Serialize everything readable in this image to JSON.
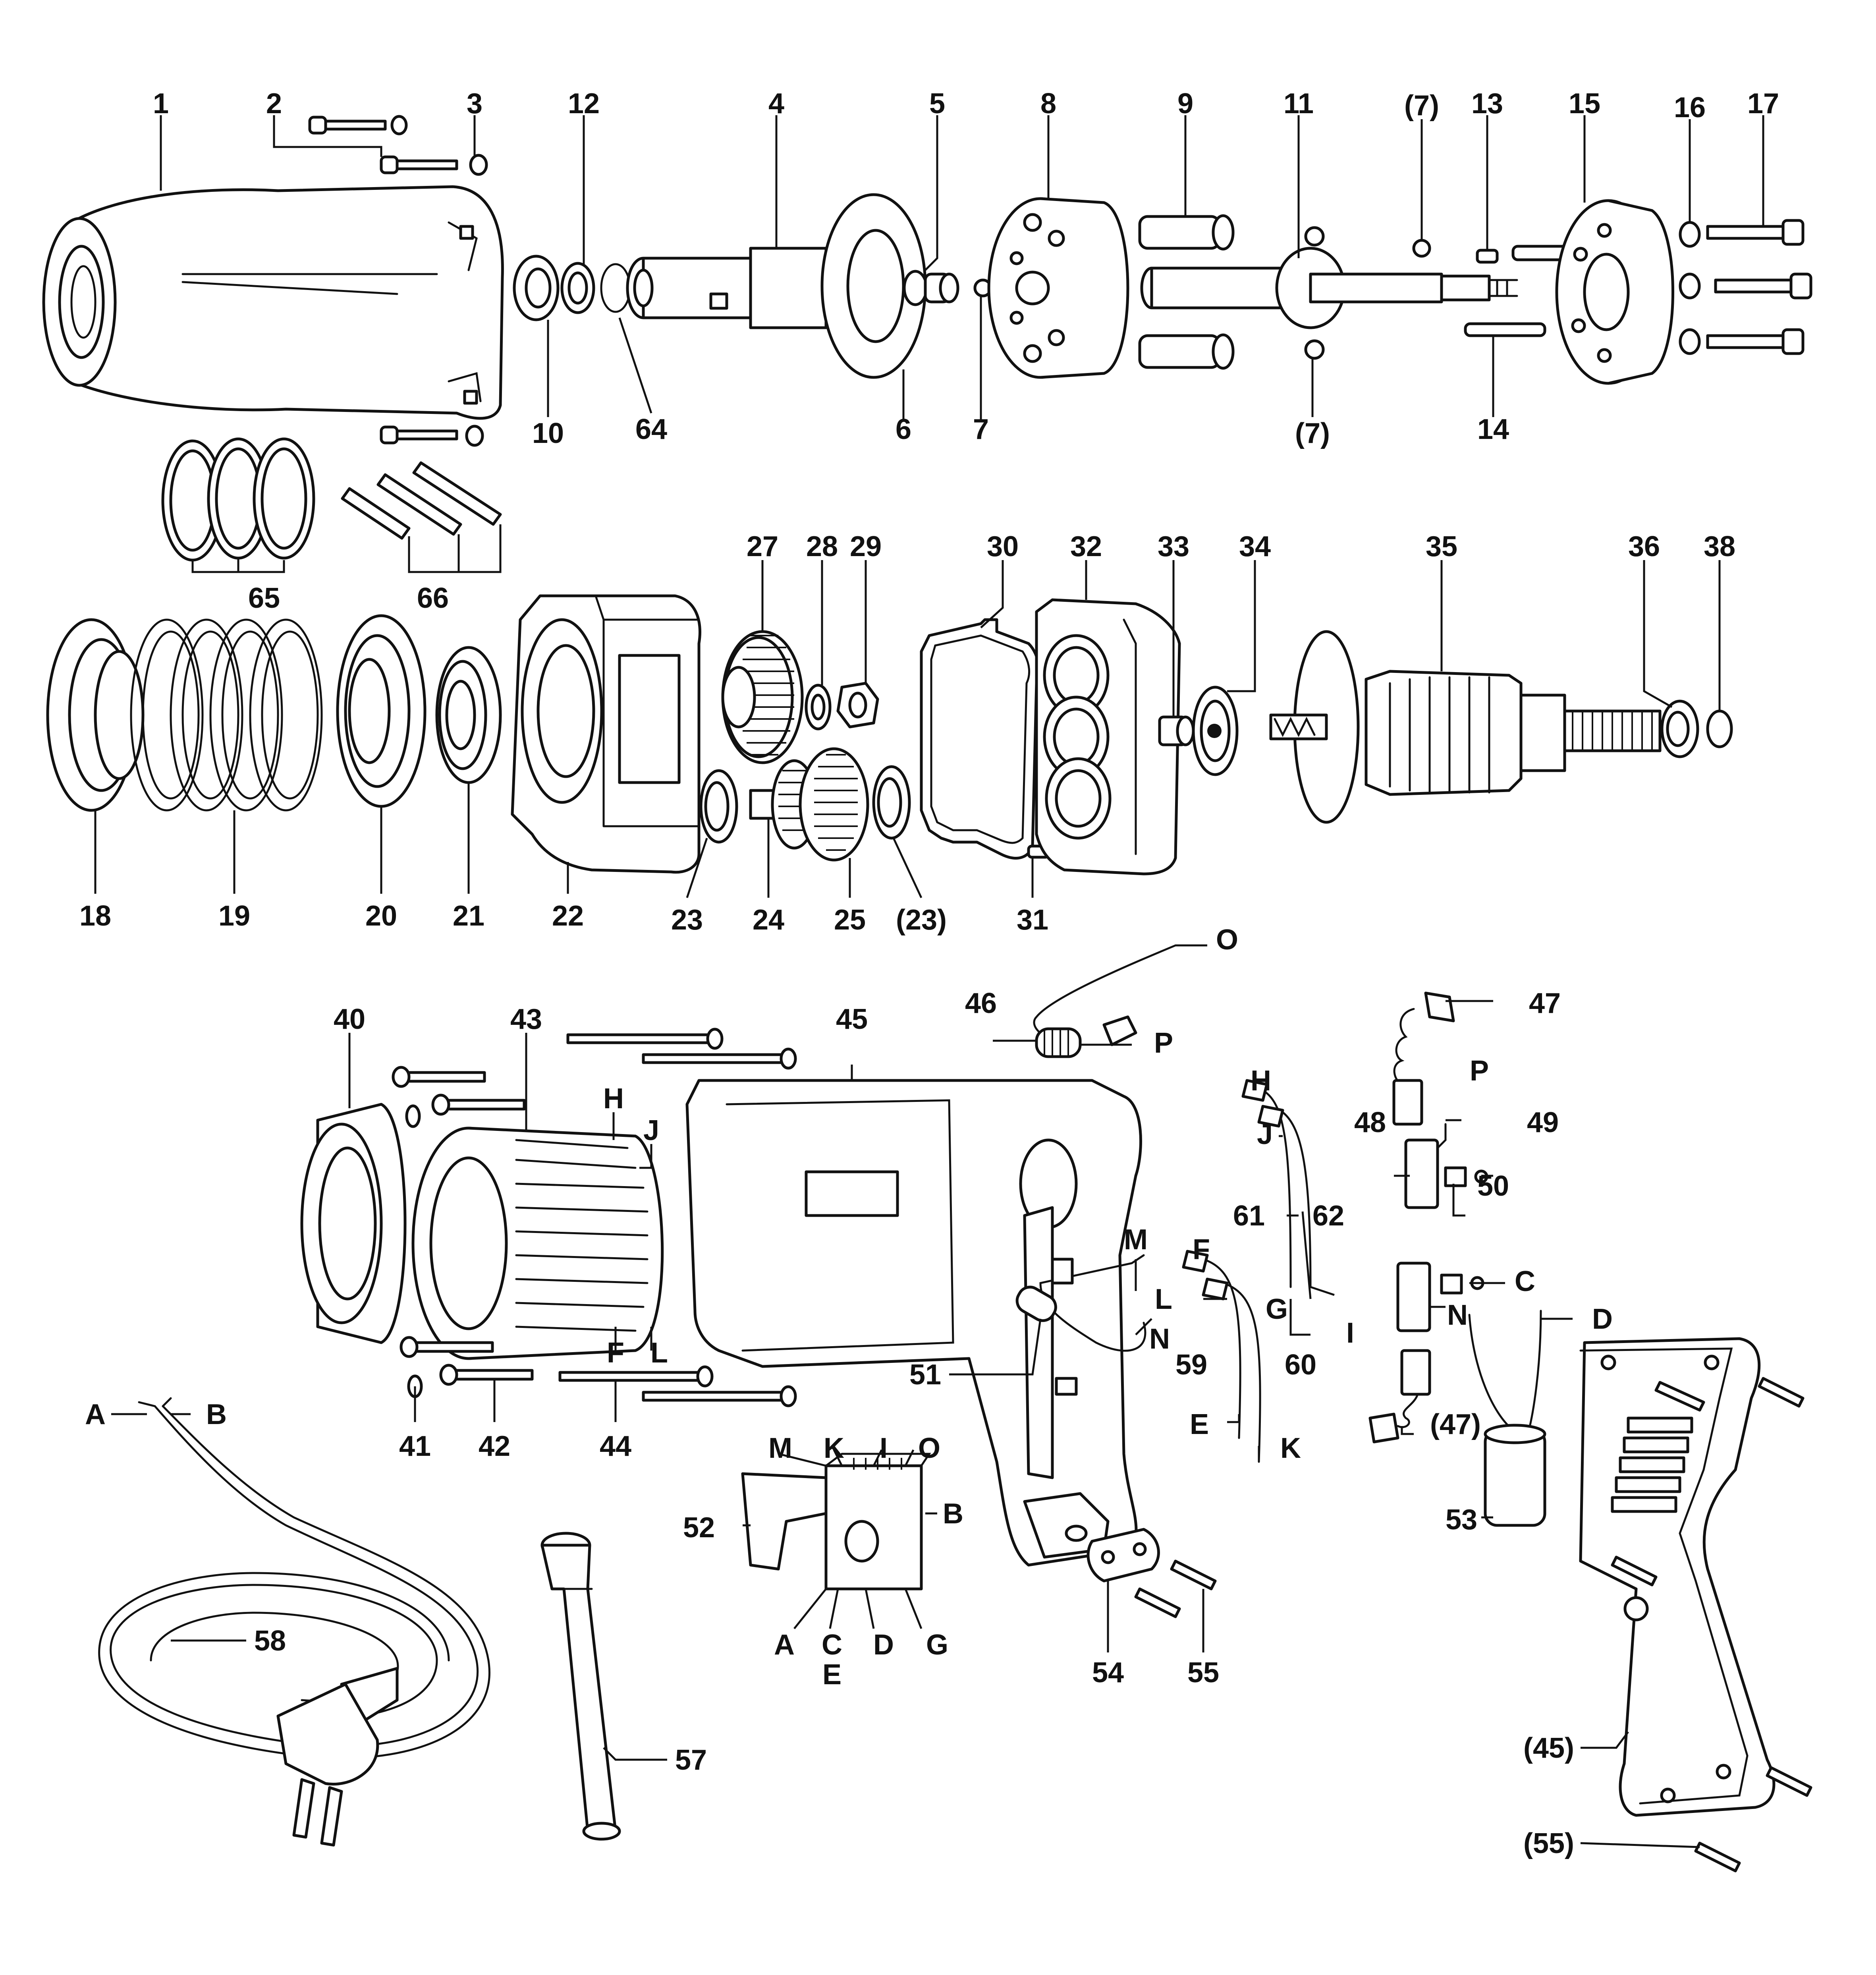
{
  "labels": {
    "p1": "1",
    "p2": "2",
    "p3": "3",
    "p4": "4",
    "p5": "5",
    "p6": "6",
    "p7": "7",
    "p7a": "(7)",
    "p7b": "(7)",
    "p8": "8",
    "p9": "9",
    "p10": "10",
    "p11": "11",
    "p12": "12",
    "p13": "13",
    "p14": "14",
    "p15": "15",
    "p16": "16",
    "p17": "17",
    "p18": "18",
    "p19": "19",
    "p20": "20",
    "p21": "21",
    "p22": "22",
    "p23": "23",
    "p23a": "(23)",
    "p24": "24",
    "p25": "25",
    "p27": "27",
    "p28": "28",
    "p29": "29",
    "p30": "30",
    "p31": "31",
    "p32": "32",
    "p33": "33",
    "p34": "34",
    "p35": "35",
    "p36": "36",
    "p38": "38",
    "p40": "40",
    "p41": "41",
    "p42": "42",
    "p43": "43",
    "p44": "44",
    "p45": "45",
    "p45a": "(45)",
    "p46": "46",
    "p47": "47",
    "p47a": "(47)",
    "p48": "48",
    "p49": "49",
    "p50": "50",
    "p51": "51",
    "p52": "52",
    "p53": "53",
    "p54": "54",
    "p55": "55",
    "p55a": "(55)",
    "p57": "57",
    "p58": "58",
    "p59": "59",
    "p60": "60",
    "p61": "61",
    "p62": "62",
    "p64": "64",
    "p65": "65",
    "p66": "66"
  },
  "wires": {
    "A1": "A",
    "B1": "B",
    "A2": "A",
    "B2": "B",
    "C1": "C",
    "C2": "C",
    "D1": "D",
    "D2": "D",
    "E1": "E",
    "E2": "E",
    "F1": "F",
    "F2": "F",
    "G1": "G",
    "G2": "G",
    "H1": "H",
    "H2": "H",
    "I1": "I",
    "I2": "I",
    "J1": "J",
    "J2": "J",
    "K1": "K",
    "K2": "K",
    "L1": "L",
    "L2": "L",
    "M1": "M",
    "M2": "M",
    "N1": "N",
    "N2": "N",
    "O1": "O",
    "O2": "O",
    "P1": "P",
    "P2": "P"
  }
}
